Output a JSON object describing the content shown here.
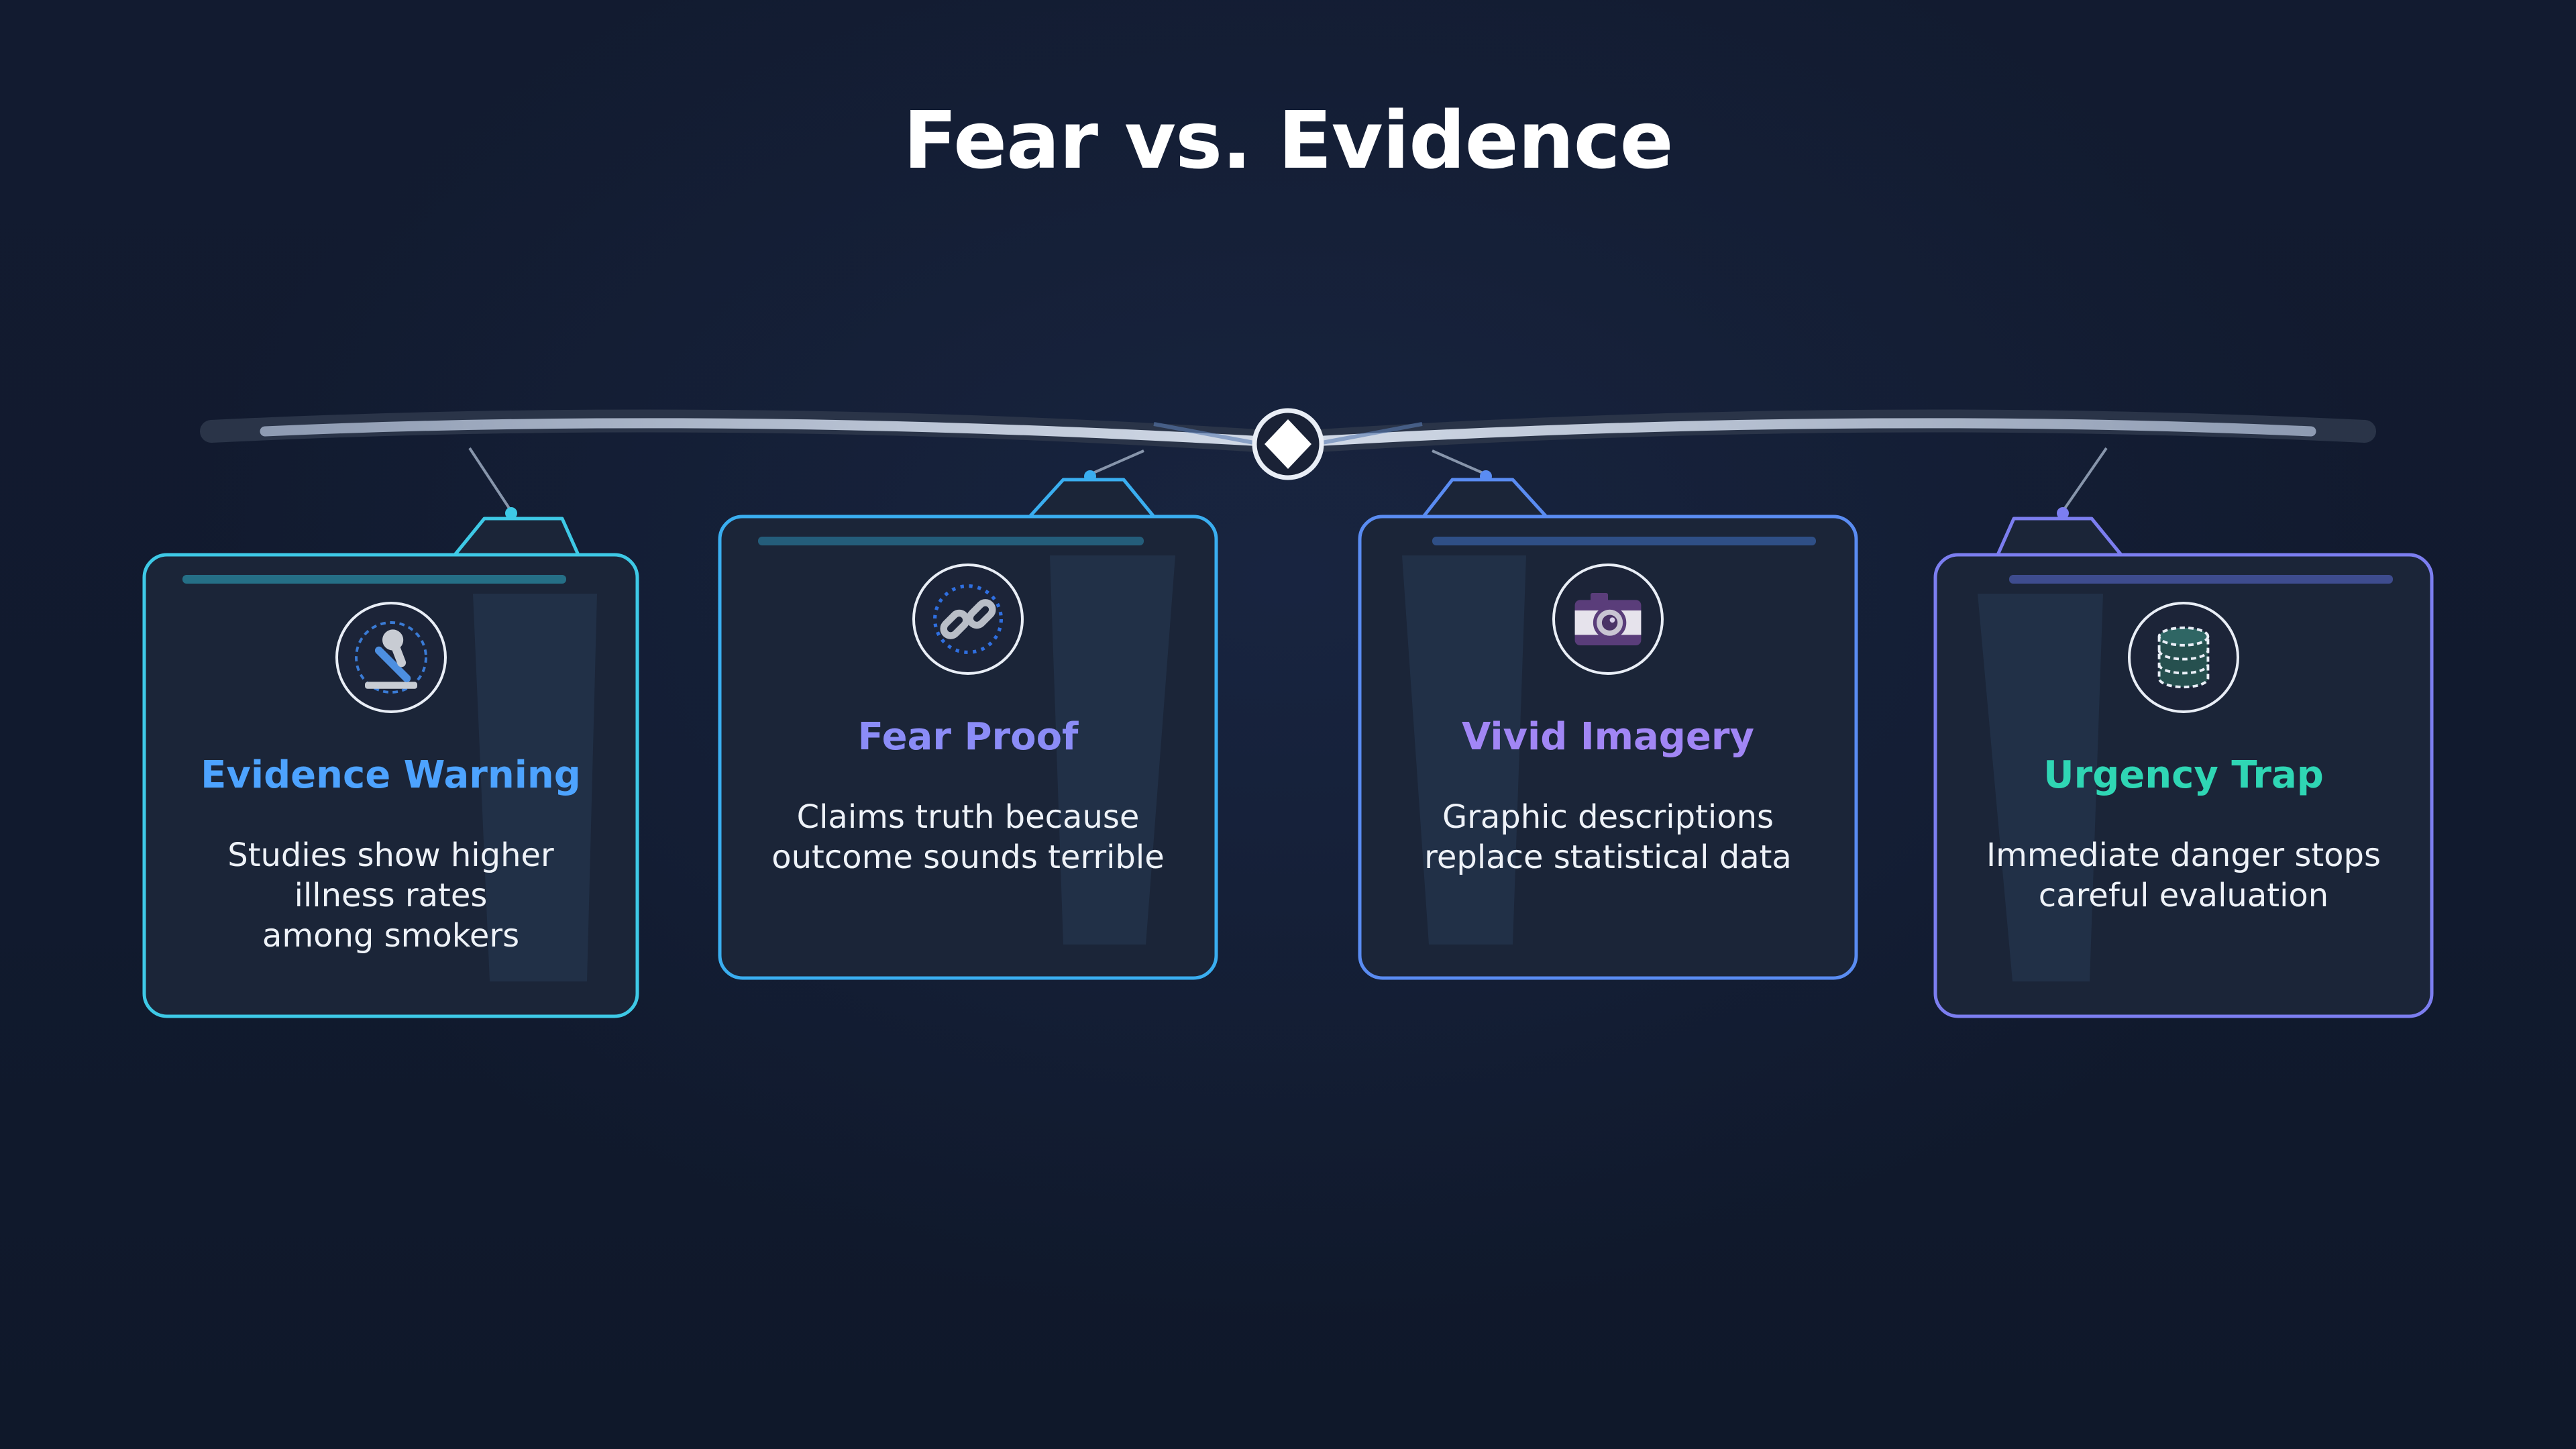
{
  "title": "Fear vs. Evidence",
  "colors": {
    "background": "#111a2e",
    "beam": "#b9c4d6",
    "card_fill": "#1b2538"
  },
  "cards": [
    {
      "title": "Evidence Warning",
      "description": "Studies show higher\nillness rates\namong smokers",
      "icon": "microscope-icon",
      "accent": "#3ec9e6",
      "title_color": "#4da3ff"
    },
    {
      "title": "Fear Proof",
      "description": "Claims truth because\noutcome sounds terrible",
      "icon": "broken-chain-icon",
      "accent": "#3aaef0",
      "title_color": "#8b8cf7"
    },
    {
      "title": "Vivid Imagery",
      "description": "Graphic descriptions\nreplace statistical data",
      "icon": "camera-icon",
      "accent": "#5a8cf2",
      "title_color": "#a186f5"
    },
    {
      "title": "Urgency Trap",
      "description": "Immediate danger stops\ncareful evaluation",
      "icon": "database-icon",
      "accent": "#7c7ef0",
      "title_color": "#2fd6b4"
    }
  ]
}
